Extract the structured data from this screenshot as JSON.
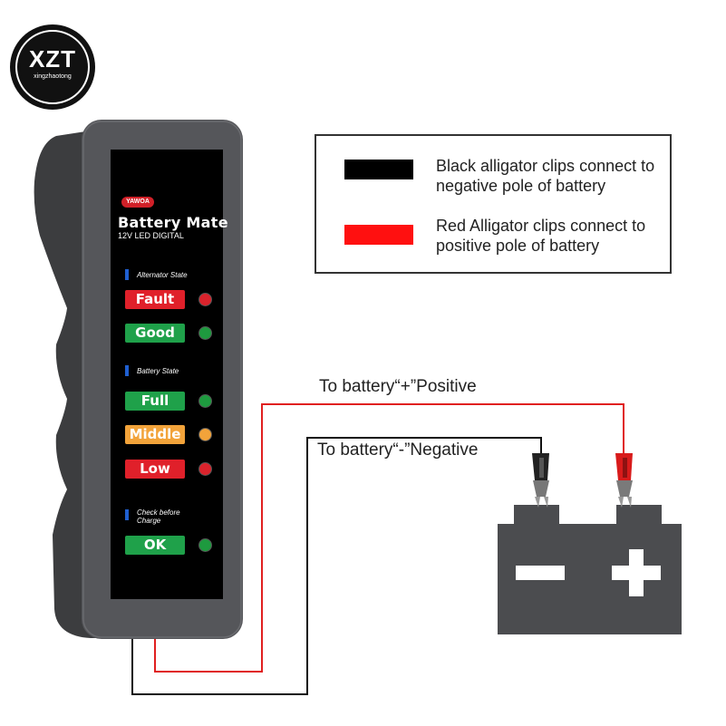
{
  "logo": {
    "title": "XZT",
    "subtitle": "xingzhaotong"
  },
  "device": {
    "brand_badge": "YAWOA",
    "name": "Battery Mate",
    "model": "12V LED DIGITAL",
    "sections": {
      "alternator": "Alternator State",
      "battery": "Battery State",
      "check": "Check before Charge"
    },
    "indicators": {
      "fault": "Fault",
      "good": "Good",
      "full": "Full",
      "middle": "Middle",
      "low": "Low",
      "ok": "OK"
    }
  },
  "legend": {
    "black_text": "Black alligator clips connect to negative pole of battery",
    "red_text": "Red Alligator clips connect to positive pole of battery"
  },
  "wires": {
    "positive_label": "To battery“+”Positive",
    "negative_label": "To battery“-”Negative"
  },
  "battery_icon": {
    "minus": "minus-icon",
    "plus": "plus-icon"
  },
  "colors": {
    "fault": "#e0202a",
    "good": "#1fa14a",
    "middle": "#f2a33a",
    "led_red": "#d9232c",
    "led_green": "#1e9a3f",
    "led_orange": "#f2a33a",
    "device_body": "#4a4b4d",
    "battery": "#4b4c4f",
    "wire_red": "#e02020",
    "wire_black": "#111111"
  }
}
